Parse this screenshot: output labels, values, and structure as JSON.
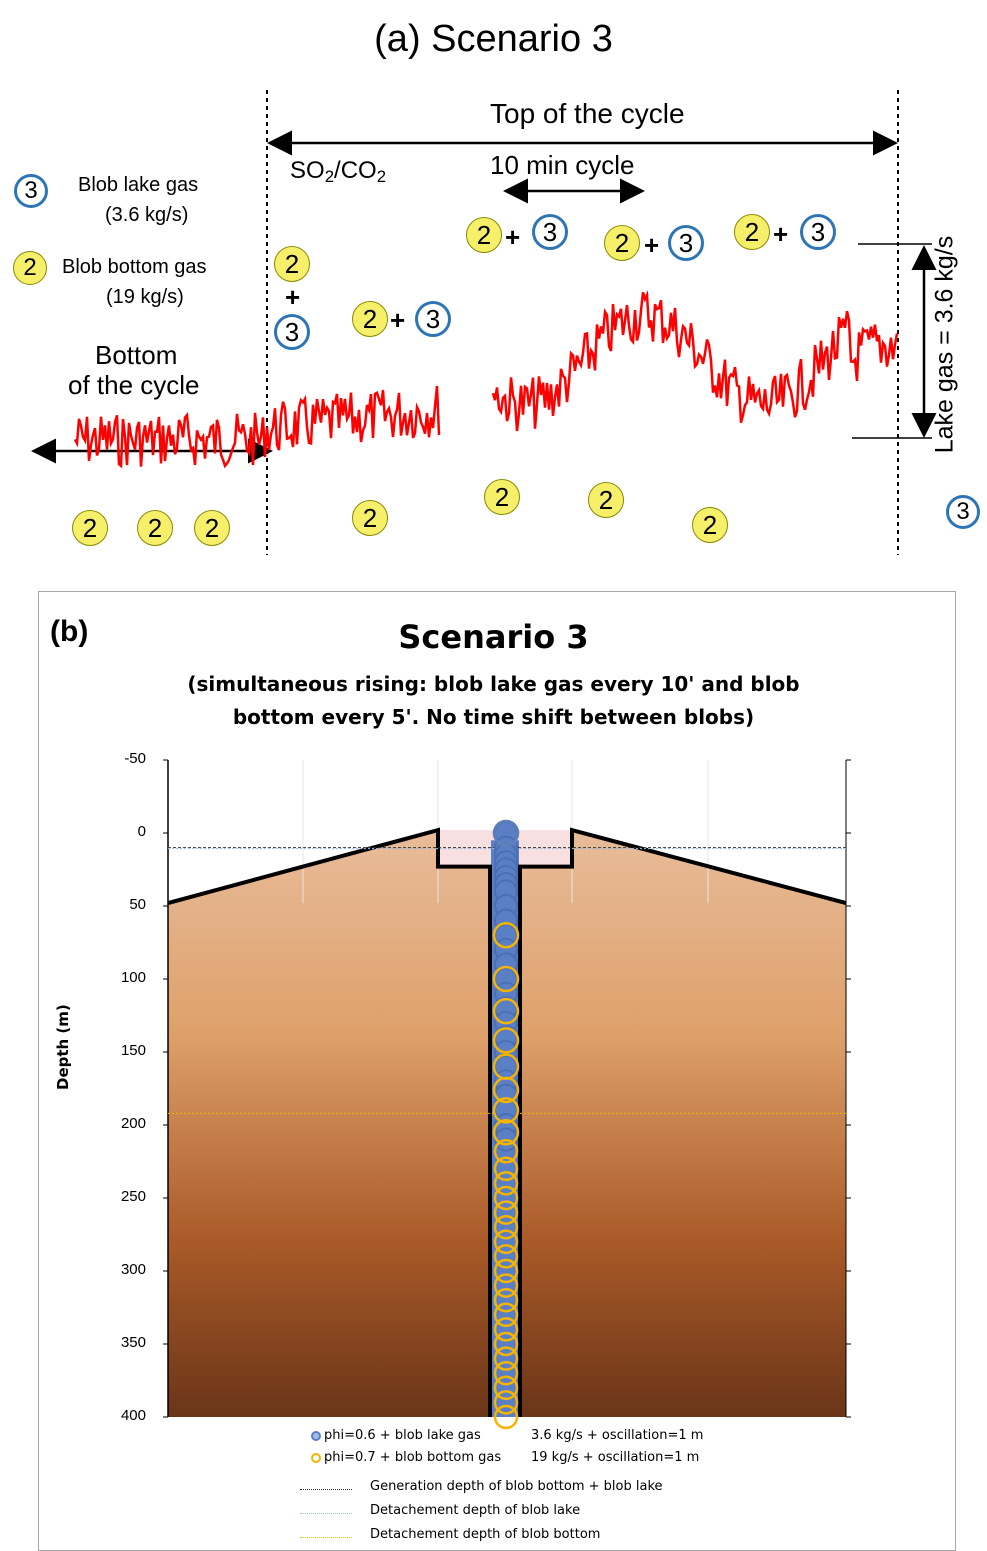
{
  "panel_a": {
    "title": "(a) Scenario 3",
    "top_of_cycle": "Top of the cycle",
    "ten_min_cycle": "10 min cycle",
    "so2_co2_main": "SO",
    "so2_sub": "2",
    "so2_slash": "/CO",
    "co2_sub": "2",
    "bottom_of_cycle_line1": "Bottom",
    "bottom_of_cycle_line2": "of the cycle",
    "lake_gas_label": "Lake gas = 3.6 kg/s",
    "legend_lake_name": "Blob lake gas",
    "legend_lake_rate": "(3.6 kg/s)",
    "legend_bottom_name": "Blob bottom gas",
    "legend_bottom_rate": "(19 kg/s)",
    "badge_2": "2",
    "badge_3": "3",
    "plus": "+",
    "colors": {
      "signal": "#ff0000",
      "badge_yellow": "#f6ef6a",
      "badge_blue_ring": "#2e75b6"
    }
  },
  "panel_b": {
    "tag": "(b)",
    "title": "Scenario 3",
    "subtitle_line1": "(simultaneous rising: blob lake gas every 10' and blob",
    "subtitle_line2": "bottom every 5'. No time shift between blobs)",
    "ylabel": "Depth (m)",
    "yticks": [
      "-50",
      "0",
      "50",
      "100",
      "150",
      "200",
      "250",
      "300",
      "350",
      "400"
    ],
    "legend": [
      {
        "name": "phi=0.6 + blob lake gas",
        "rate": "3.6 kg/s + oscillation=1 m",
        "color": "#5b7fc4"
      },
      {
        "name": "phi=0.7 + blob bottom gas",
        "rate": "19 kg/s + oscillation=1 m",
        "color": "#f5b400"
      }
    ],
    "line_legend": [
      {
        "label": "Generation depth of blob bottom + blob lake",
        "color": "#333333"
      },
      {
        "label": "Detachement depth of blob lake",
        "color": "#9dc3e6"
      },
      {
        "label": "Detachement depth of blob bottom",
        "color": "#f5b400"
      }
    ]
  },
  "chart_data": [
    {
      "type": "line",
      "title": "(a) Scenario 3",
      "xlabel": "",
      "ylabel": "SO2/CO2",
      "annotations": [
        "Top of the cycle",
        "10 min cycle",
        "Bottom of the cycle",
        "Lake gas = 3.6 kg/s"
      ],
      "legend": [
        "Blob lake gas (3.6 kg/s)",
        "Blob bottom gas (19 kg/s)"
      ],
      "grid": false
    },
    {
      "type": "scatter",
      "title": "Scenario 3",
      "ylabel": "Depth (m)",
      "ylim": [
        -50,
        400
      ],
      "y_inverted": true,
      "series": [
        {
          "name": "phi=0.6 + blob lake gas",
          "depths": [
            0,
            10,
            15,
            20,
            25,
            30,
            35,
            40,
            50,
            60,
            70,
            80,
            90,
            100,
            110,
            120,
            130,
            140,
            150,
            160,
            170,
            180,
            190,
            200,
            210
          ]
        },
        {
          "name": "phi=0.7 + blob bottom gas",
          "depths": [
            0,
            70,
            100,
            122,
            142,
            160,
            176,
            190,
            205,
            218,
            230,
            240,
            250,
            260,
            270,
            280,
            290,
            300,
            310,
            320,
            330,
            340,
            350,
            360,
            370,
            380,
            390,
            400
          ]
        }
      ],
      "reference_lines": [
        {
          "name": "Generation depth of blob bottom + blob lake",
          "depth": 10
        },
        {
          "name": "Detachement depth of blob lake",
          "depth": 10
        },
        {
          "name": "Detachement depth of blob bottom",
          "depth": 192
        }
      ],
      "grid": true
    }
  ]
}
